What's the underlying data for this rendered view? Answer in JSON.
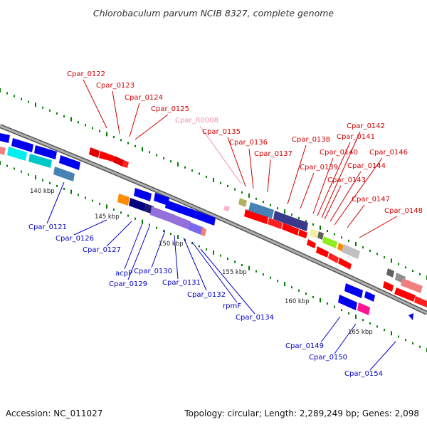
{
  "title": "Chlorobaculum parvum NCIB 8327, complete genome",
  "footer": {
    "accession": "Accession: NC_011027",
    "topology": "Topology: circular; Length: 2,289,249 bp; Genes: 2,098"
  },
  "colors": {
    "backbone": "#888888",
    "forward_label": "#d40000",
    "reverse_label": "#0000c8",
    "rna_label": "#ee90b0",
    "tick": "#008000"
  },
  "kbp_ticks": [
    "140 kbp",
    "145 kbp",
    "150 kbp",
    "155 kbp",
    "160 kbp",
    "165 kbp"
  ],
  "upper_labels": [
    "Cpar_0122",
    "Cpar_0123",
    "Cpar_0124",
    "Cpar_0125",
    "Cpar_R0008",
    "Cpar_0135",
    "Cpar_0136",
    "Cpar_0137",
    "Cpar_0138",
    "Cpar_0139",
    "Cpar_0140",
    "Cpar_0141",
    "Cpar_0142",
    "Cpar_0143",
    "Cpar_0144",
    "Cpar_0146",
    "Cpar_0147",
    "Cpar_0148"
  ],
  "lower_labels": [
    "Cpar_0121",
    "Cpar_0126",
    "Cpar_0127",
    "acpP",
    "Cpar_0129",
    "Cpar_0130",
    "Cpar_0131",
    "Cpar_0132",
    "rpmF",
    "Cpar_0134",
    "Cpar_0149",
    "Cpar_0150",
    "Cpar_0154"
  ]
}
